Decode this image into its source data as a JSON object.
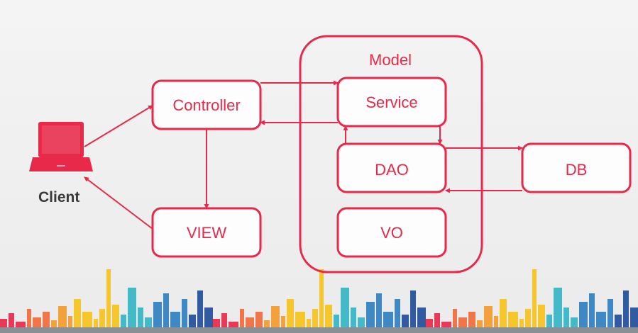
{
  "diagram": {
    "nodes": {
      "client": {
        "label": "Client"
      },
      "controller": {
        "label": "Controller"
      },
      "view": {
        "label": "VIEW"
      },
      "model": {
        "label": "Model"
      },
      "service": {
        "label": "Service"
      },
      "dao": {
        "label": "DAO"
      },
      "vo": {
        "label": "VO"
      },
      "db": {
        "label": "DB"
      }
    },
    "edges": [
      {
        "from": "client",
        "to": "controller"
      },
      {
        "from": "controller",
        "to": "service"
      },
      {
        "from": "service",
        "to": "controller"
      },
      {
        "from": "controller",
        "to": "view"
      },
      {
        "from": "view",
        "to": "client"
      },
      {
        "from": "service",
        "to": "dao"
      },
      {
        "from": "dao",
        "to": "service"
      },
      {
        "from": "dao",
        "to": "db"
      },
      {
        "from": "db",
        "to": "dao"
      }
    ],
    "colors": {
      "accent": "#e8294a",
      "client_text": "#3a3a3a",
      "background": "#f0f0f0"
    }
  },
  "skyline": {
    "colors": [
      "#e8294a",
      "#f06a3a",
      "#f59a2b",
      "#f6c21c",
      "#35b5c6",
      "#2f7fc0",
      "#214e9a"
    ]
  }
}
